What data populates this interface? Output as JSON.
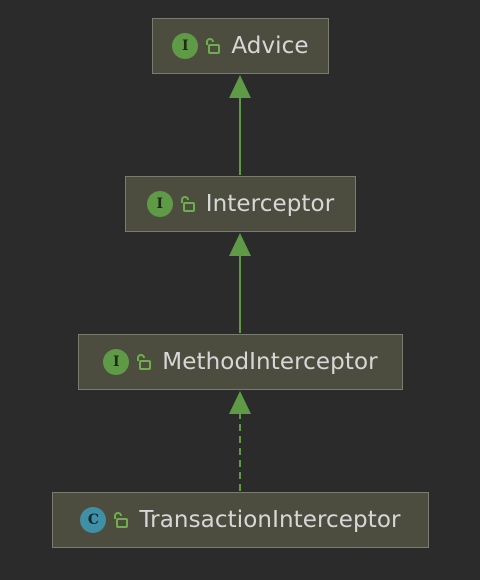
{
  "nodes": [
    {
      "name": "Advice",
      "kind": "interface",
      "badge": "I"
    },
    {
      "name": "Interceptor",
      "kind": "interface",
      "badge": "I"
    },
    {
      "name": "MethodInterceptor",
      "kind": "interface",
      "badge": "I"
    },
    {
      "name": "TransactionInterceptor",
      "kind": "class",
      "badge": "C"
    }
  ],
  "edges": [
    {
      "from": "Interceptor",
      "to": "Advice",
      "style": "solid"
    },
    {
      "from": "MethodInterceptor",
      "to": "Interceptor",
      "style": "solid"
    },
    {
      "from": "TransactionInterceptor",
      "to": "MethodInterceptor",
      "style": "dashed"
    }
  ],
  "colors": {
    "background": "#2b2b2b",
    "node_fill": "#4c4d3f",
    "node_border": "#7b7c70",
    "text": "#d7d7d7",
    "edge": "#5f9b47",
    "interface_badge": "#5f9b47",
    "class_badge": "#3f8fa6"
  }
}
